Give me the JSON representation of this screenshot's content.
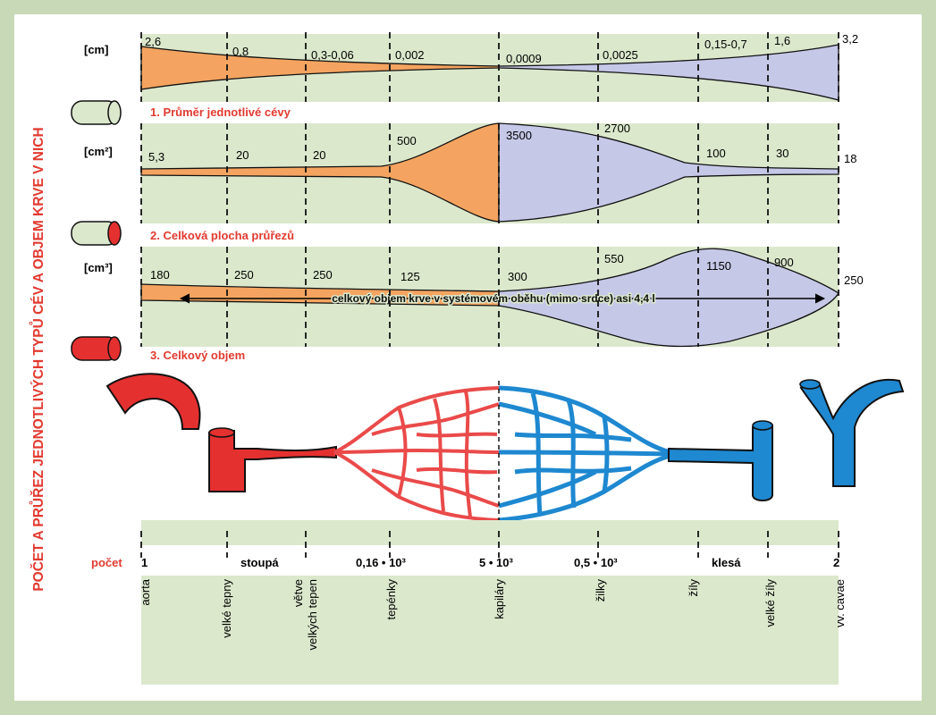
{
  "side_title": "POČET A PRŮŘEZ JEDNOTLIVÝCH TYPŮ CÉV A OBJEM KRVE V NICH",
  "colors": {
    "artery": "#f4a460",
    "vein": "#c6c8e8",
    "panel": "#dbe8cc",
    "red": "#e53030",
    "blue": "#1e88d0",
    "title_red": "#e23a30"
  },
  "panels": [
    {
      "unit": "[cm]",
      "title": "1. Průměr jednotlivé cévy",
      "labels": [
        "2,6",
        "0,8",
        "0,3-0,06",
        "0,002",
        "0,0009",
        "0,0025",
        "0,15-0,7",
        "1,6",
        "3,2"
      ]
    },
    {
      "unit": "[cm²]",
      "title": "2. Celková plocha průřezů",
      "labels": [
        "5,3",
        "20",
        "20",
        "500",
        "3500",
        "2700",
        "100",
        "30",
        "18"
      ]
    },
    {
      "unit": "[cm³]",
      "title": "3. Celkový objem",
      "labels": [
        "180",
        "250",
        "250",
        "125",
        "300",
        "550",
        "1150",
        "900",
        "250"
      ],
      "arrow_text": "celkový objem krve v systémovém oběhu (mimo srdce) asi 4,4 l"
    }
  ],
  "count": {
    "label": "počet",
    "values": [
      "1",
      "stoupá",
      "0,16 • 10³",
      "5 • 10³",
      "0,5 • 10³",
      "klesá",
      "2"
    ]
  },
  "vessels": [
    "aorta",
    "velké tepny",
    "větve",
    "velkých tepen",
    "tepénky",
    "kapiláry",
    "žilky",
    "žíly",
    "velké žíly",
    "vv. cavae"
  ]
}
